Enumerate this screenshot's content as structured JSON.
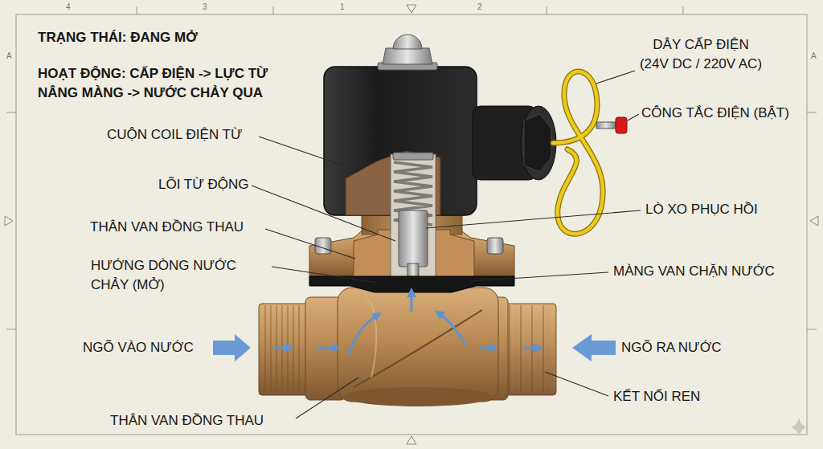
{
  "diagram": {
    "title": "TRẠNG THÁI: ĐANG MỞ",
    "labels": [
      "HOẠT ĐỘNG: CẤP ĐIỆN -> LỰC TỪ NÂNG MÀNG -> NƯỚC CHẢY QUA",
      "CUỘN COIL ĐIỆN TỪ",
      "LÕI TỪ ĐỘNG",
      "THÂN VAN ĐỒNG THAU",
      "HƯỚNG DÒNG NƯỚC CHẢY (MỞ)",
      "NGÕ VÀO NƯỚC",
      "THÂN VAN ĐỒNG THAU",
      "DÂY CẤP ĐIỆN (24V DC / 220V AC)",
      "CÔNG TẮC ĐIỆN (BẬT)",
      "LÒ XO PHỤC HỒI",
      "MÀNG VAN CHẶN NƯỚC",
      "NGÕ RA NƯỚC",
      "KẾT NỐI REN",
      "4",
      "3",
      "1",
      "2",
      "A",
      "A"
    ]
  }
}
